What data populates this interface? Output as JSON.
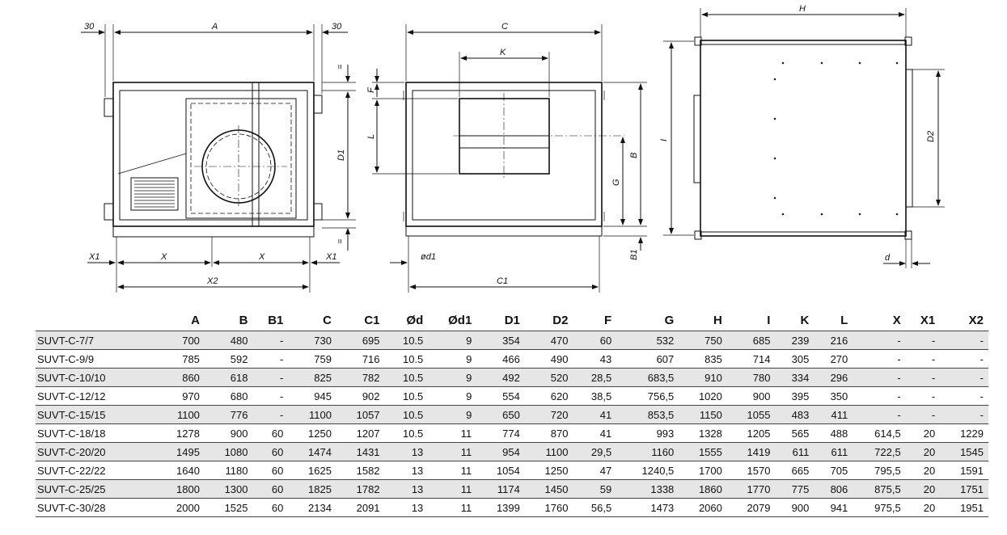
{
  "drawing_labels": {
    "front": {
      "a": "A",
      "d1": "D1",
      "x": "X",
      "x1": "X1",
      "x2": "X2",
      "dim30": "30",
      "eq": "="
    },
    "side": {
      "c": "C",
      "c1": "C1",
      "k": "K",
      "f": "F",
      "l": "L",
      "g": "G",
      "b": "B",
      "b1": "B1",
      "od1": "ød1"
    },
    "top": {
      "h": "H",
      "i": "I",
      "d2": "D2",
      "d": "d"
    }
  },
  "table": {
    "headers": [
      "",
      "A",
      "B",
      "B1",
      "C",
      "C1",
      "Ød",
      "Ød1",
      "D1",
      "D2",
      "F",
      "G",
      "H",
      "I",
      "K",
      "L",
      "X",
      "X1",
      "X2"
    ],
    "rows": [
      [
        "SUVT-C-7/7",
        "700",
        "480",
        "-",
        "730",
        "695",
        "10.5",
        "9",
        "354",
        "470",
        "60",
        "532",
        "750",
        "685",
        "239",
        "216",
        "-",
        "-",
        "-"
      ],
      [
        "SUVT-C-9/9",
        "785",
        "592",
        "-",
        "759",
        "716",
        "10.5",
        "9",
        "466",
        "490",
        "43",
        "607",
        "835",
        "714",
        "305",
        "270",
        "-",
        "-",
        "-"
      ],
      [
        "SUVT-C-10/10",
        "860",
        "618",
        "-",
        "825",
        "782",
        "10.5",
        "9",
        "492",
        "520",
        "28,5",
        "683,5",
        "910",
        "780",
        "334",
        "296",
        "-",
        "-",
        "-"
      ],
      [
        "SUVT-C-12/12",
        "970",
        "680",
        "-",
        "945",
        "902",
        "10.5",
        "9",
        "554",
        "620",
        "38,5",
        "756,5",
        "1020",
        "900",
        "395",
        "350",
        "-",
        "-",
        "-"
      ],
      [
        "SUVT-C-15/15",
        "1100",
        "776",
        "-",
        "1100",
        "1057",
        "10.5",
        "9",
        "650",
        "720",
        "41",
        "853,5",
        "1150",
        "1055",
        "483",
        "411",
        "-",
        "-",
        "-"
      ],
      [
        "SUVT-C-18/18",
        "1278",
        "900",
        "60",
        "1250",
        "1207",
        "10.5",
        "11",
        "774",
        "870",
        "41",
        "993",
        "1328",
        "1205",
        "565",
        "488",
        "614,5",
        "20",
        "1229"
      ],
      [
        "SUVT-C-20/20",
        "1495",
        "1080",
        "60",
        "1474",
        "1431",
        "13",
        "11",
        "954",
        "1100",
        "29,5",
        "1160",
        "1555",
        "1419",
        "611",
        "611",
        "722,5",
        "20",
        "1545"
      ],
      [
        "SUVT-C-22/22",
        "1640",
        "1180",
        "60",
        "1625",
        "1582",
        "13",
        "11",
        "1054",
        "1250",
        "47",
        "1240,5",
        "1700",
        "1570",
        "665",
        "705",
        "795,5",
        "20",
        "1591"
      ],
      [
        "SUVT-C-25/25",
        "1800",
        "1300",
        "60",
        "1825",
        "1782",
        "13",
        "11",
        "1174",
        "1450",
        "59",
        "1338",
        "1860",
        "1770",
        "775",
        "806",
        "875,5",
        "20",
        "1751"
      ],
      [
        "SUVT-C-30/28",
        "2000",
        "1525",
        "60",
        "2134",
        "2091",
        "13",
        "11",
        "1399",
        "1760",
        "56,5",
        "1473",
        "2060",
        "2079",
        "900",
        "941",
        "975,5",
        "20",
        "1951"
      ]
    ]
  }
}
